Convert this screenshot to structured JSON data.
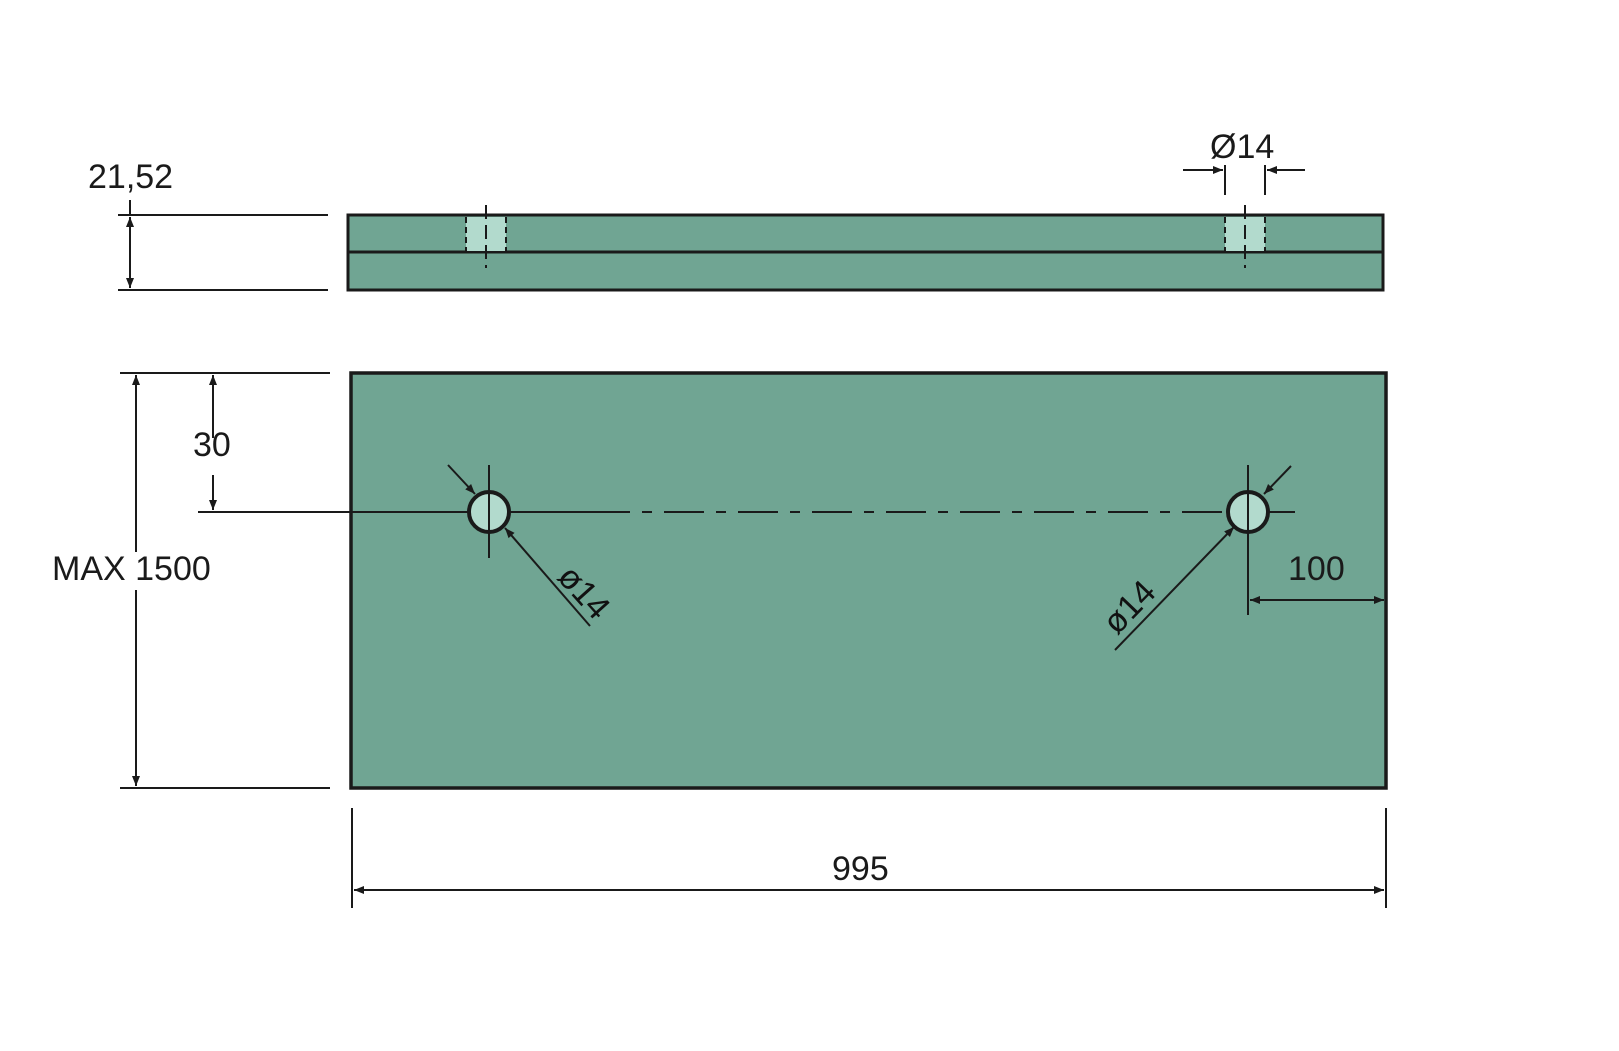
{
  "drawing": {
    "colors": {
      "plate_fill": "#70a593",
      "hole_fill": "#b2dacd",
      "outline": "#1a1a1a",
      "background": "#ffffff"
    },
    "side_view": {
      "thickness_label": "21,52",
      "hole_diameter_label": "Ø14"
    },
    "top_view": {
      "hole_offset_top_label": "30",
      "height_label": "MAX 1500",
      "left_hole_diameter_label": "ø14",
      "right_hole_diameter_label": "ø14",
      "hole_offset_right_label": "100",
      "width_label": "995"
    }
  }
}
